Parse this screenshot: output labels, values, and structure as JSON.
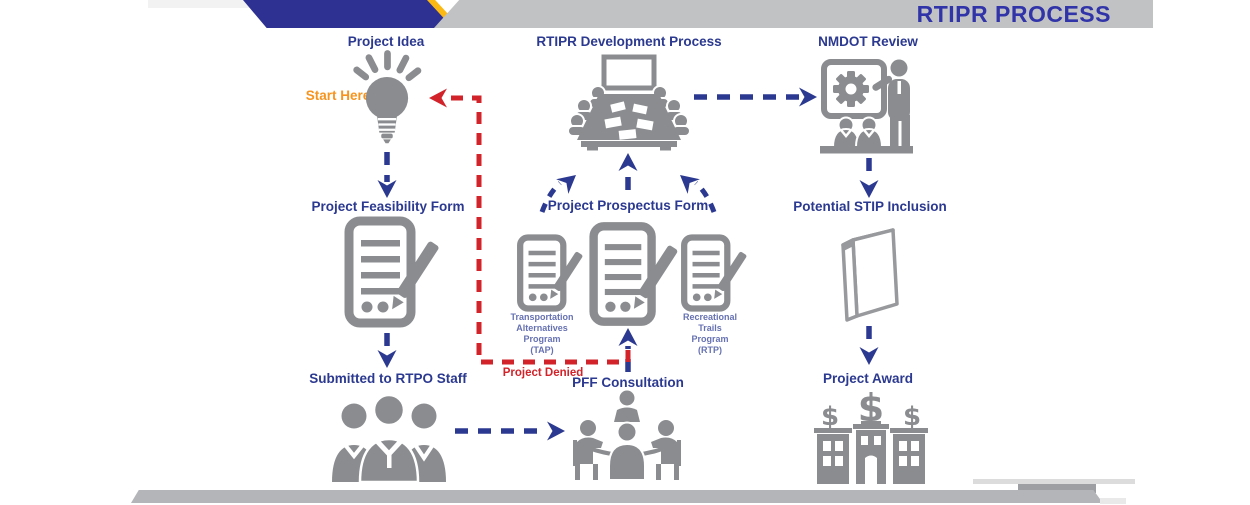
{
  "header": {
    "title": "RTIPR PROCESS"
  },
  "colors": {
    "navy_arrow": "#2B3990",
    "header_navy": "#2E3192",
    "header_yellow": "#FDB913",
    "header_gray": "#C1C2C4",
    "title_blue": "#3134A8",
    "denied_red": "#D2232A",
    "start_orange": "#F7941E",
    "icon_gray": "#8A8C8F"
  },
  "nodes": {
    "project_idea": {
      "label": "Project Idea",
      "start_hint": "Start Here",
      "icon": "lightbulb-icon"
    },
    "feasibility_form": {
      "label": "Project Feasibility Form",
      "icon": "form-pencil-icon"
    },
    "submitted_rtpo": {
      "label": "Submitted to RTPO Staff",
      "icon": "staff-group-icon"
    },
    "pff_consultation": {
      "label": "PFF Consultation",
      "icon": "round-table-meeting-icon"
    },
    "prospectus_form": {
      "label": "Project Prospectus Form",
      "icon": "form-pencil-icon"
    },
    "tap_program": {
      "lines": [
        "Transportation",
        "Alternatives",
        "Program",
        "(TAP)"
      ],
      "icon": "form-pencil-icon"
    },
    "rtp_program": {
      "lines": [
        "Recreational",
        "Trails",
        "Program",
        "(RTP)"
      ],
      "icon": "form-pencil-icon"
    },
    "dev_process": {
      "label": "RTIPR Development Process",
      "icon": "conference-table-icon"
    },
    "nmdot_review": {
      "label": "NMDOT Review",
      "icon": "presentation-gear-icon"
    },
    "stip_inclusion": {
      "label": "Potential STIP Inclusion",
      "icon": "binder-icon"
    },
    "project_award": {
      "label": "Project Award",
      "icon": "bank-building-dollar-icon",
      "dollar": "$"
    }
  },
  "annotations": {
    "project_denied": "Project Denied"
  }
}
